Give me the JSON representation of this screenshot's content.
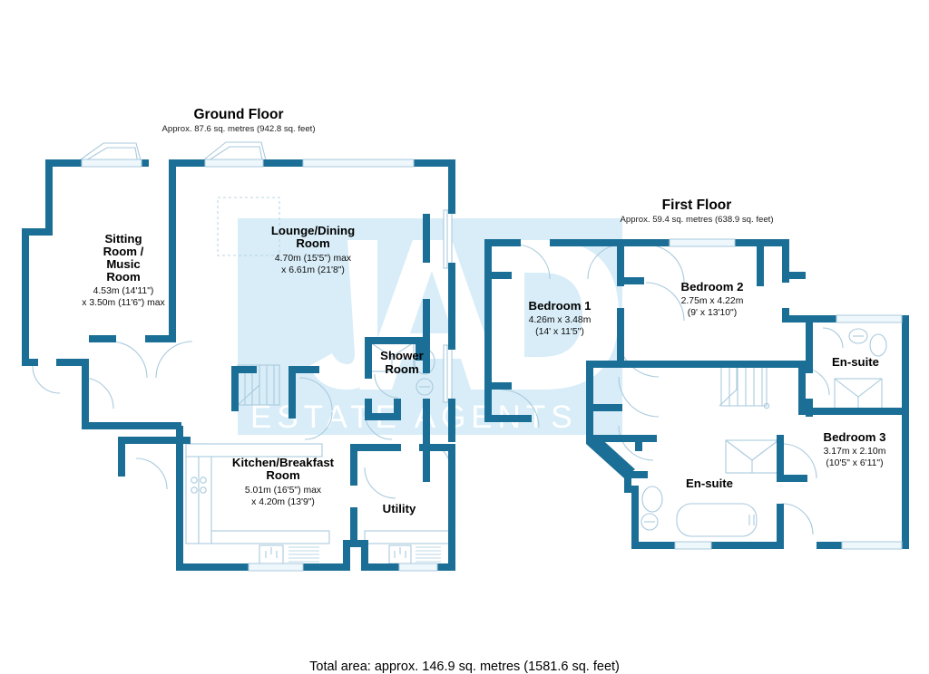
{
  "document": {
    "type": "floor-plan",
    "background_color": "#ffffff",
    "wall_color": "#1b6f96",
    "fixture_line_color": "#9fc4d8",
    "watermark_color": "#d6ecf7"
  },
  "watermark": {
    "logo_letters": "JAD",
    "tagline": "ESTATE AGENTS",
    "color": "#ffffff",
    "band_color": "#d6ecf7"
  },
  "floors": [
    {
      "id": "ground-floor",
      "title": "Ground Floor",
      "area_text": "Approx. 87.6 sq. metres (942.8 sq. feet)",
      "area_sq_metres": 87.6,
      "area_sq_feet": 942.8,
      "rooms": [
        {
          "id": "sitting-music-room",
          "name": "Sitting\nRoom /\nMusic\nRoom",
          "name_lines": [
            "Sitting",
            "Room /",
            "Music",
            "Room"
          ],
          "dim_lines": [
            "4.53m (14'11\")",
            "x 3.50m (11'6\") max"
          ]
        },
        {
          "id": "lounge-dining-room",
          "name": "Lounge/Dining Room",
          "name_lines": [
            "Lounge/Dining",
            "Room"
          ],
          "dim_lines": [
            "4.70m (15'5\") max",
            "x 6.61m (21'8\")"
          ]
        },
        {
          "id": "shower-room",
          "name": "Shower Room",
          "name_lines": [
            "Shower",
            "Room"
          ],
          "dim_lines": []
        },
        {
          "id": "kitchen-breakfast-room",
          "name": "Kitchen/Breakfast Room",
          "name_lines": [
            "Kitchen/Breakfast",
            "Room"
          ],
          "dim_lines": [
            "5.01m (16'5\") max",
            "x 4.20m (13'9\")"
          ]
        },
        {
          "id": "utility",
          "name": "Utility",
          "name_lines": [
            "Utility"
          ],
          "dim_lines": []
        }
      ]
    },
    {
      "id": "first-floor",
      "title": "First Floor",
      "area_text": "Approx. 59.4 sq. metres (638.9 sq. feet)",
      "area_sq_metres": 59.4,
      "area_sq_feet": 638.9,
      "rooms": [
        {
          "id": "bedroom-1",
          "name": "Bedroom 1",
          "name_lines": [
            "Bedroom 1"
          ],
          "dim_lines": [
            "4.26m x 3.48m",
            "(14' x 11'5\")"
          ]
        },
        {
          "id": "bedroom-2",
          "name": "Bedroom 2",
          "name_lines": [
            "Bedroom 2"
          ],
          "dim_lines": [
            "2.75m x 4.22m",
            "(9' x 13'10\")"
          ]
        },
        {
          "id": "bedroom-3",
          "name": "Bedroom 3",
          "name_lines": [
            "Bedroom 3"
          ],
          "dim_lines": [
            "3.17m x 2.10m",
            "(10'5\" x 6'11\")"
          ]
        },
        {
          "id": "en-suite-upper",
          "name": "En-suite",
          "name_lines": [
            "En-suite"
          ],
          "dim_lines": []
        },
        {
          "id": "en-suite-lower",
          "name": "En-suite",
          "name_lines": [
            "En-suite"
          ],
          "dim_lines": []
        }
      ]
    }
  ],
  "footer": {
    "total_area_text": "Total area: approx. 146.9 sq. metres (1581.6 sq. feet)",
    "total_sq_metres": 146.9,
    "total_sq_feet": 1581.6
  },
  "labels": {
    "ground_title": "Ground Floor",
    "ground_sub": "Approx. 87.6 sq. metres (942.8 sq. feet)",
    "first_title": "First Floor",
    "first_sub": "Approx. 59.4 sq. metres (638.9 sq. feet)",
    "sitting_1": "Sitting",
    "sitting_2": "Room /",
    "sitting_3": "Music",
    "sitting_4": "Room",
    "sitting_d1": "4.53m (14'11\")",
    "sitting_d2": "x 3.50m (11'6\") max",
    "lounge_1": "Lounge/Dining",
    "lounge_2": "Room",
    "lounge_d1": "4.70m (15'5\") max",
    "lounge_d2": "x 6.61m (21'8\")",
    "shower_1": "Shower",
    "shower_2": "Room",
    "kitchen_1": "Kitchen/Breakfast",
    "kitchen_2": "Room",
    "kitchen_d1": "5.01m (16'5\") max",
    "kitchen_d2": "x 4.20m (13'9\")",
    "utility_1": "Utility",
    "bed1_1": "Bedroom 1",
    "bed1_d1": "4.26m x 3.48m",
    "bed1_d2": "(14' x 11'5\")",
    "bed2_1": "Bedroom 2",
    "bed2_d1": "2.75m x 4.22m",
    "bed2_d2": "(9' x 13'10\")",
    "bed3_1": "Bedroom 3",
    "bed3_d1": "3.17m x 2.10m",
    "bed3_d2": "(10'5\" x 6'11\")",
    "ensuite_upper": "En-suite",
    "ensuite_lower": "En-suite",
    "total": "Total area: approx. 146.9 sq. metres (1581.6 sq. feet)",
    "wm_letters": "JAD",
    "wm_tagline": "ESTATE AGENTS"
  }
}
